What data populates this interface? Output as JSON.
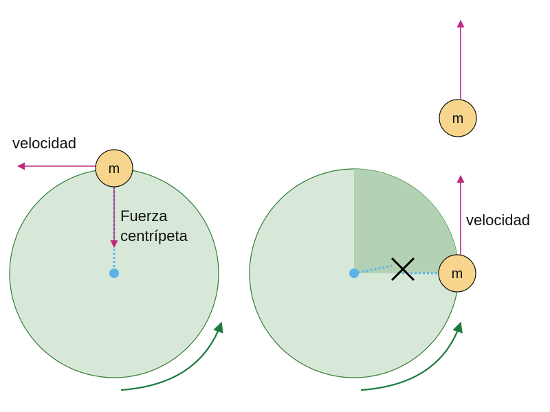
{
  "labels": {
    "velocity_left": "velocidad",
    "velocity_right": "velocidad",
    "force_line1": "Fuerza",
    "force_line2": "centrípeta",
    "mass_left": "m",
    "mass_right": "m",
    "mass_top": "m"
  },
  "colors": {
    "circle_fill": "#d8e8d8",
    "circle_stroke": "#2e7d32",
    "quadrant_fill": "#b3d1b3",
    "velocity_arrow": "#c0287e",
    "rotation_arrow": "#1e7b3c",
    "center_dot": "#5ab4e6",
    "radius_line": "#5ab4e6",
    "mass_fill": "#f7d58c",
    "mass_stroke": "#111111",
    "cross": "#000000"
  },
  "icons": {
    "cross": "x-mark-icon",
    "rotation": "curved-arrow-icon"
  }
}
